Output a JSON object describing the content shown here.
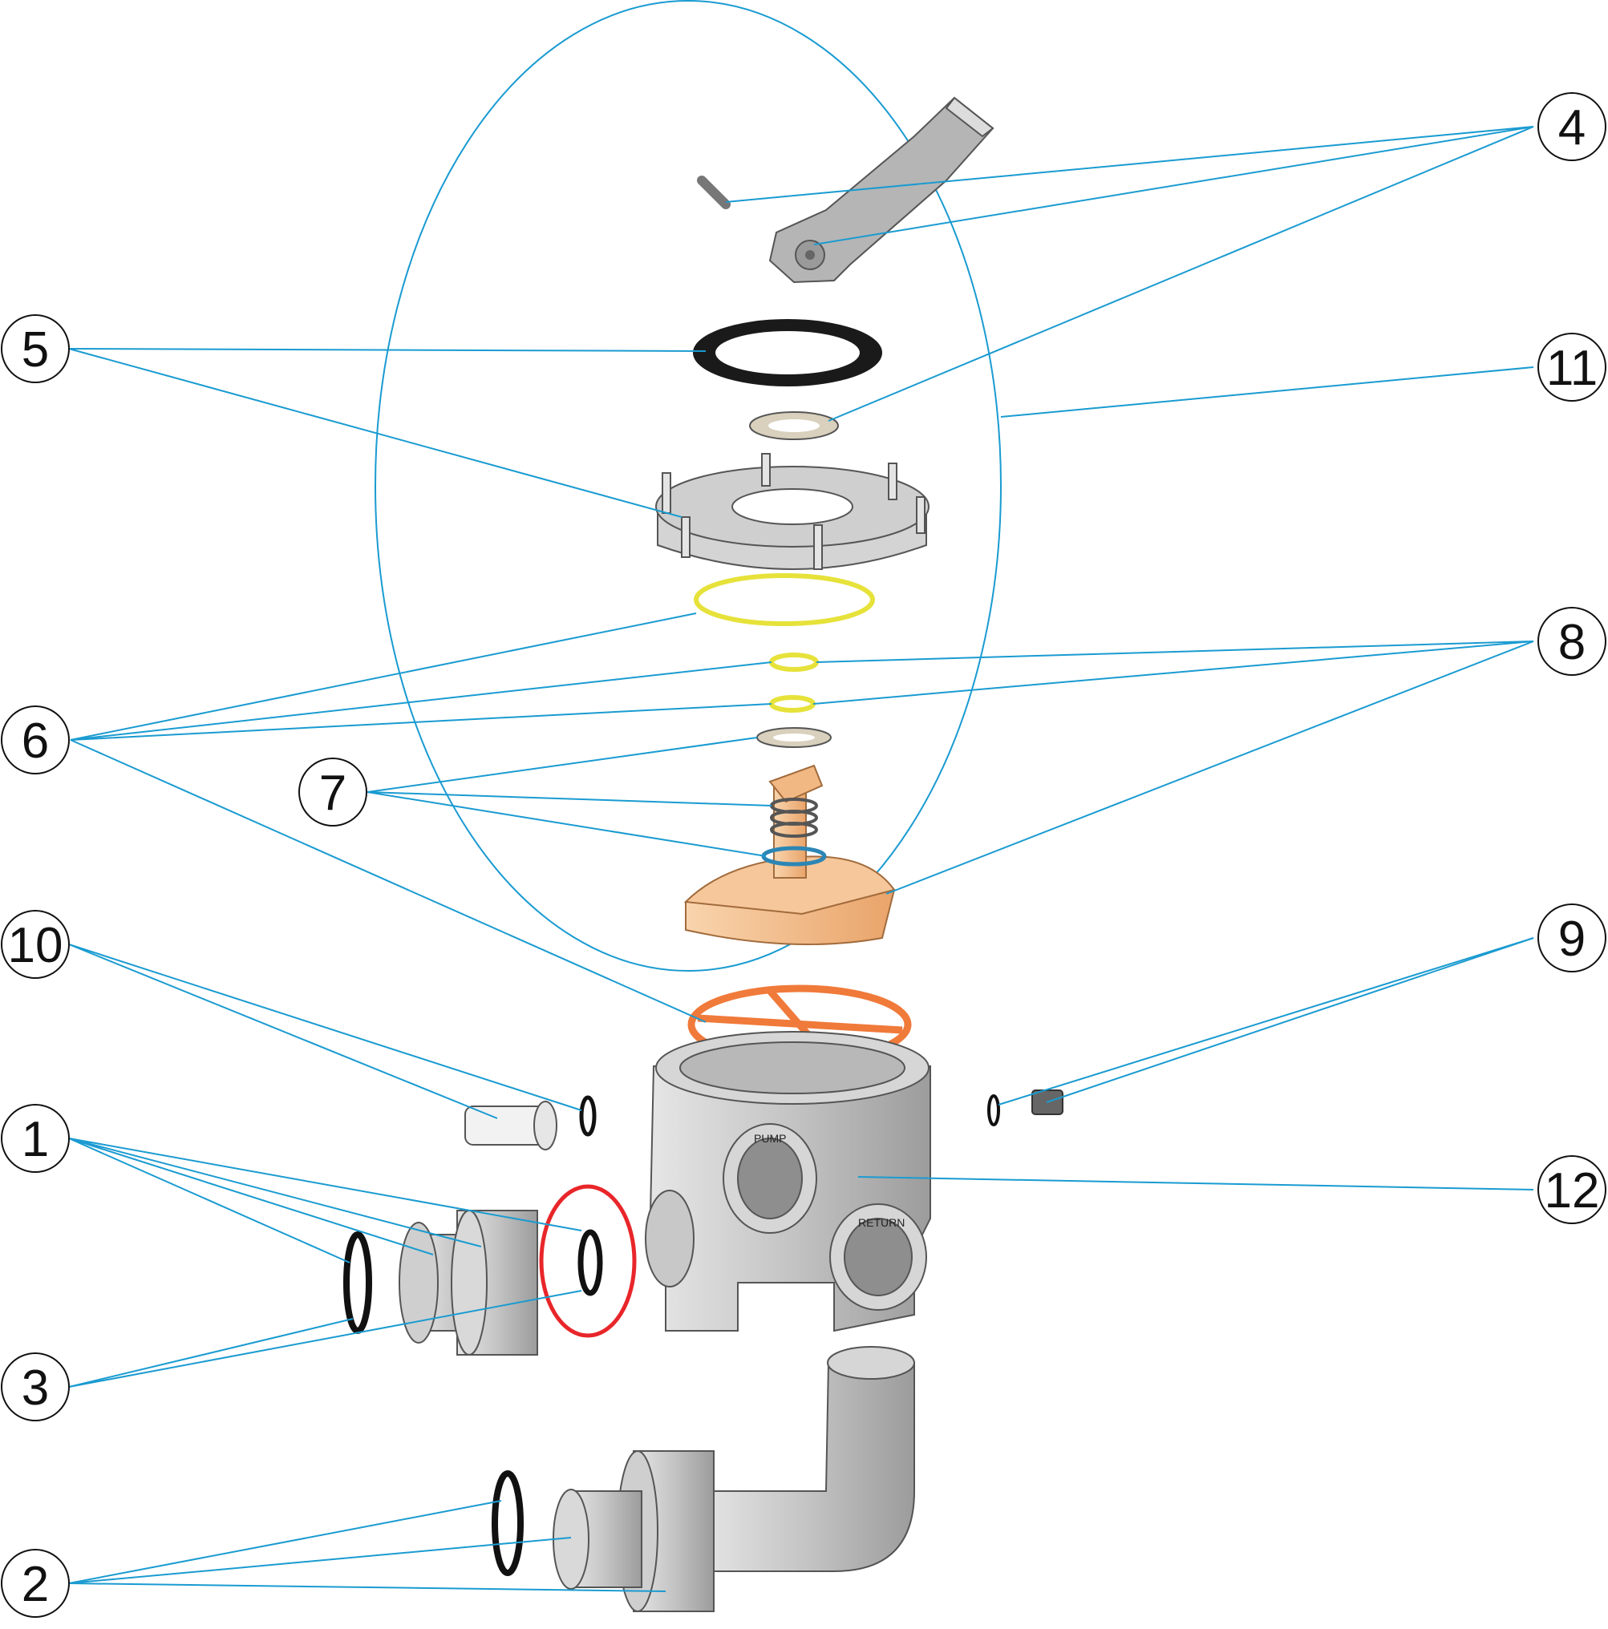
{
  "diagram": {
    "callouts": [
      {
        "id": "c4",
        "label": "4"
      },
      {
        "id": "c5",
        "label": "5"
      },
      {
        "id": "c11",
        "label": "11"
      },
      {
        "id": "c8",
        "label": "8"
      },
      {
        "id": "c6",
        "label": "6"
      },
      {
        "id": "c7",
        "label": "7"
      },
      {
        "id": "c10",
        "label": "10"
      },
      {
        "id": "c9",
        "label": "9"
      },
      {
        "id": "c1",
        "label": "1"
      },
      {
        "id": "c12",
        "label": "12"
      },
      {
        "id": "c3",
        "label": "3"
      },
      {
        "id": "c2",
        "label": "2"
      }
    ],
    "port_labels": {
      "pump": "PUMP",
      "return": "RETURN"
    }
  },
  "colors": {
    "leader": "#1a9bd1",
    "part_grey": "#c9c9c9",
    "part_dark": "#8e8e8e",
    "seal_yellow": "#e6e23a",
    "gasket_orange": "#f07a3a",
    "rotor_tan": "#f5c08e",
    "highlight_red": "#e8262a"
  }
}
